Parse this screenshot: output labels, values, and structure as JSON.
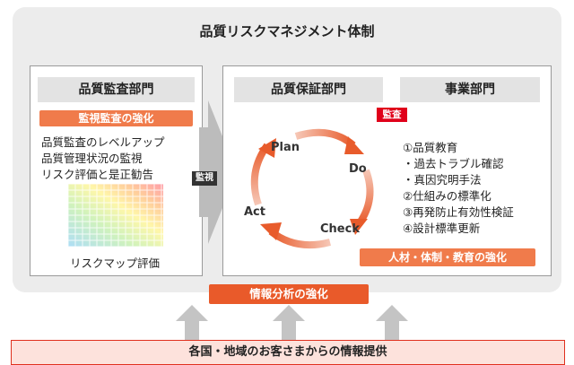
{
  "title": "品質リスクマネジメント体制",
  "left_panel": {
    "heading": "品質監査部門",
    "tag": "監視監査の強化",
    "lines": [
      "品質監査のレベルアップ",
      "品質管理状況の監視",
      "リスク評価と是正勧告"
    ],
    "caption": "リスクマップ評価"
  },
  "arrow_label": "監視",
  "right_panel": {
    "qa_heading": "品質保証部門",
    "biz_heading": "事業部門",
    "audit_tag": "監査",
    "cycle": [
      "Plan",
      "Do",
      "Check",
      "Act"
    ],
    "items": [
      "①品質教育",
      "・過去トラブル確認",
      "・真因究明手法",
      "②仕組みの標準化",
      "③再発防止有効性検証",
      "④設計標準更新"
    ],
    "tag": "人材・体制・教育の強化"
  },
  "info_bar": "情報分析の強化",
  "bottom_bar": "各国・地域のお客さまからの情報提供",
  "colors": {
    "accent": "#e95a2a",
    "tag_orange": "#f07b4b",
    "audit_red": "#e0001b",
    "panel_grey": "#ececec"
  }
}
